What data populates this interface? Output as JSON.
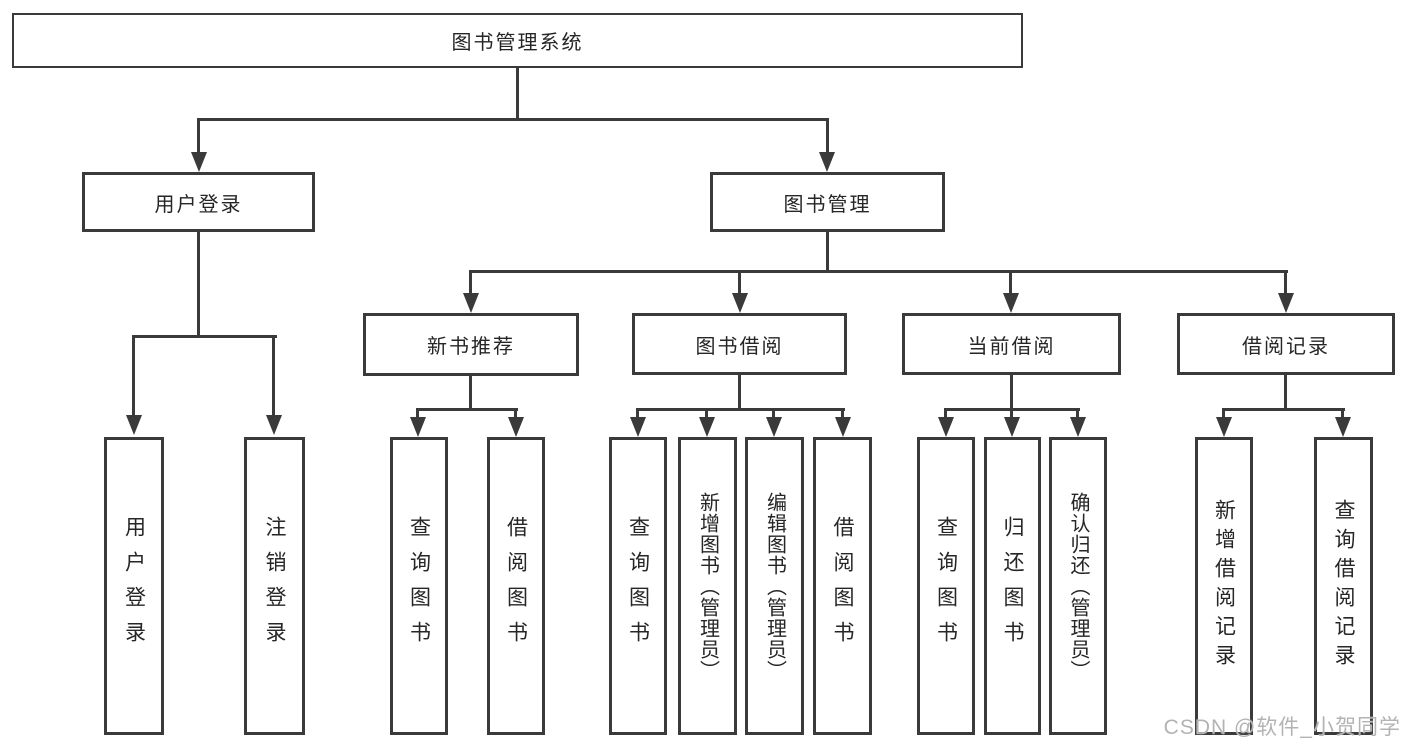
{
  "tree": {
    "label": "图书管理系统",
    "children": [
      {
        "label": "用户登录",
        "children": [
          {
            "label": "用户登录"
          },
          {
            "label": "注销登录"
          }
        ]
      },
      {
        "label": "图书管理",
        "children": [
          {
            "label": "新书推荐",
            "children": [
              {
                "label": "查询图书"
              },
              {
                "label": "借阅图书"
              }
            ]
          },
          {
            "label": "图书借阅",
            "children": [
              {
                "label": "查询图书"
              },
              {
                "label": "新增图书（管理员）"
              },
              {
                "label": "编辑图书（管理员）"
              },
              {
                "label": "借阅图书"
              }
            ]
          },
          {
            "label": "当前借阅",
            "children": [
              {
                "label": "查询图书"
              },
              {
                "label": "归还图书"
              },
              {
                "label": "确认归还（管理员）"
              }
            ]
          },
          {
            "label": "借阅记录",
            "children": [
              {
                "label": "新增借阅记录"
              },
              {
                "label": "查询借阅记录"
              }
            ]
          }
        ]
      }
    ]
  },
  "watermark": {
    "text": "CSDN @软件_小贺同学"
  },
  "colors": {
    "line": "#3a3a3a",
    "text": "#262626",
    "background": "#ffffff",
    "watermark": "#b3b3b3"
  }
}
